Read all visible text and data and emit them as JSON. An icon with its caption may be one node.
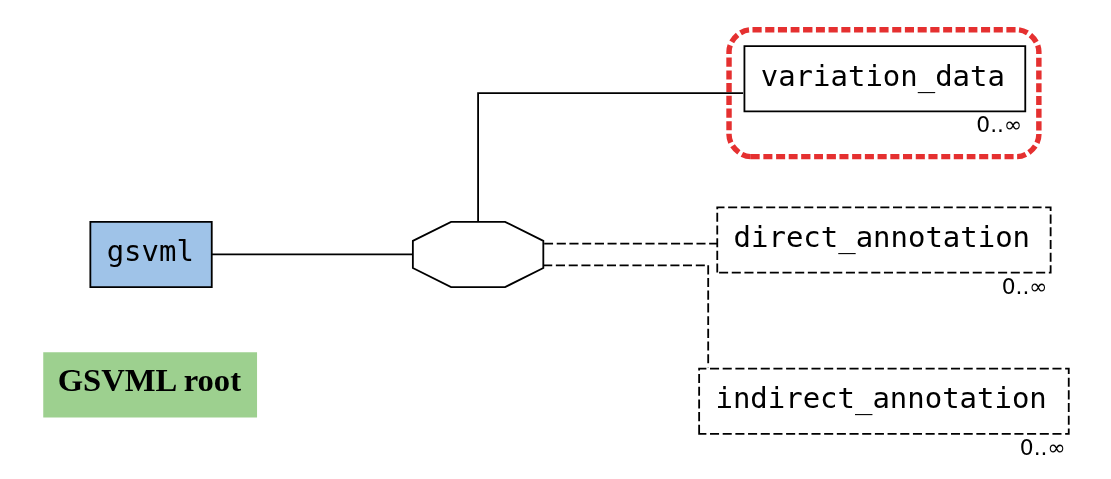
{
  "diagram": {
    "nodes": [
      {
        "text": [
          "GSVML root"
        ]
      },
      {
        "text": [],
        "shape": "ellipse"
      },
      {
        "text": [
          "variation_data"
        ],
        "beside": [
          "0..∞"
        ],
        "in": 1
      },
      {
        "text": [
          "gsvml"
        ]
      },
      {
        "text": [],
        "shape": "octagon"
      },
      {
        "text": [
          "direct_annotation"
        ],
        "beside": [
          "0..∞"
        ]
      },
      {
        "text": [
          "indirect_annotation"
        ],
        "beside": [
          "0..∞"
        ]
      }
    ],
    "edges": [
      {
        "from": 3,
        "to": 4,
        "arrow": "none"
      },
      {
        "from": 4,
        "to": 2,
        "arrow": "none"
      },
      {
        "from": 4,
        "to": 5,
        "arrow": "none",
        "style": "dashed"
      },
      {
        "from": 4,
        "to": 6,
        "arrow": "none",
        "style": "dashed"
      }
    ]
  }
}
